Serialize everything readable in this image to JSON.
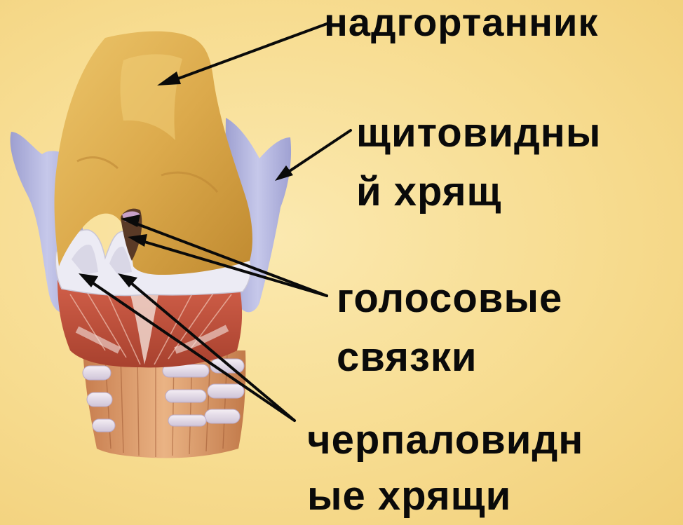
{
  "labels": {
    "epiglottis": [
      "надгортанник"
    ],
    "thyroid_cartilage": [
      "щитовидны",
      "й хрящ"
    ],
    "vocal_cords": [
      "голосовые",
      "связки"
    ],
    "arytenoid_cartilages": [
      "черпаловидн",
      "ые хрящи"
    ]
  },
  "colors": {
    "background": "#f7dc90",
    "epiglottis": "#e0b052",
    "thyroid": "#b2b4dc",
    "cartilage_white": "#eeeef6",
    "muscle": "#c4553f",
    "trachea": "#e2a470",
    "label_text": "#0a0a0a"
  }
}
